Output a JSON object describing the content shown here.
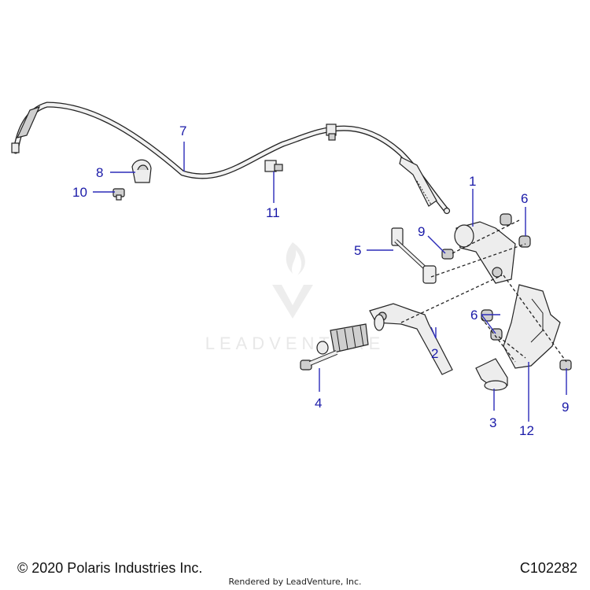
{
  "watermark": {
    "text": "LEADVENTURE"
  },
  "footer": {
    "copyright": "© 2020 Polaris Industries Inc.",
    "figure_code": "C102282",
    "rendered_by": "Rendered by LeadVenture, Inc."
  },
  "callouts": {
    "c1": "1",
    "c2": "2",
    "c3": "3",
    "c4": "4",
    "c5": "5",
    "c6a": "6",
    "c6b": "6",
    "c7": "7",
    "c8": "8",
    "c9a": "9",
    "c9b": "9",
    "c10": "10",
    "c11": "11",
    "c12": "12"
  },
  "colors": {
    "callout": "#1a1aa8",
    "line_art": "#222222",
    "part_fill": "#ededed"
  }
}
